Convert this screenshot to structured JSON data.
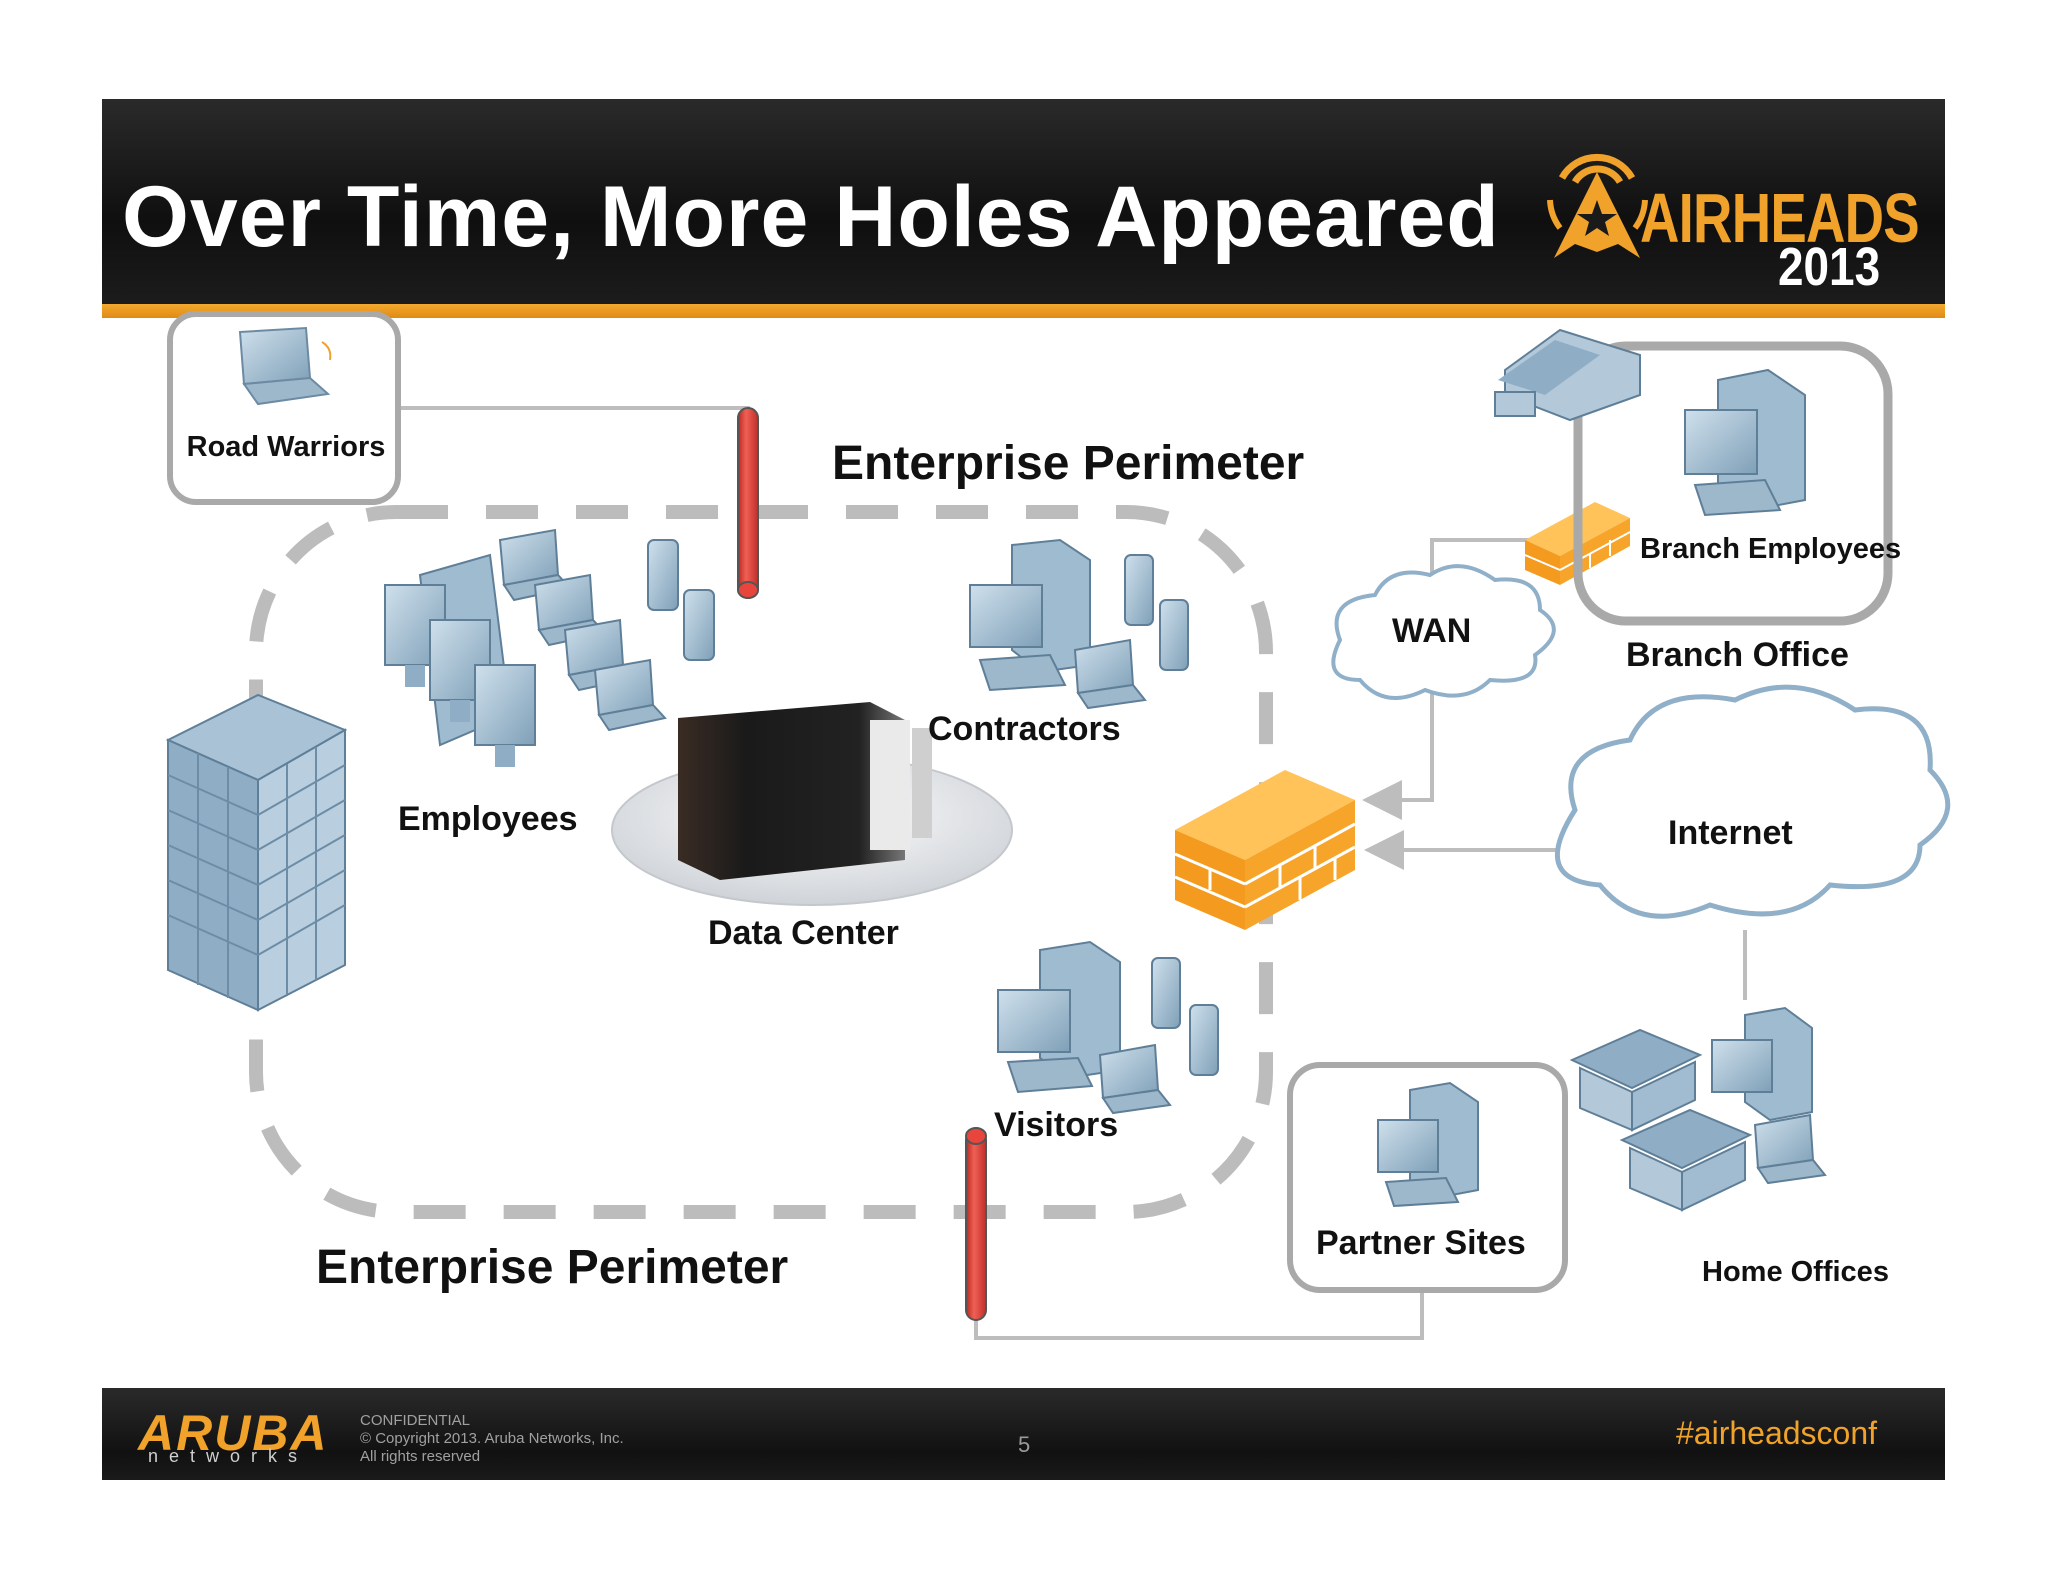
{
  "slide": {
    "title": "Over Time, More Holes Appeared",
    "brand": {
      "word": "AIRHEADS",
      "year": "2013"
    }
  },
  "diagram": {
    "road_warriors": "Road Warriors",
    "perimeter_top": "Enterprise Perimeter",
    "perimeter_bottom": "Enterprise Perimeter",
    "employees": "Employees",
    "contractors": "Contractors",
    "data_center": "Data Center",
    "visitors": "Visitors",
    "wan": "WAN",
    "branch_employees": "Branch Employees",
    "branch_office": "Branch Office",
    "internet": "Internet",
    "partner_sites": "Partner Sites",
    "home_offices": "Home Offices"
  },
  "footer": {
    "logo_text": "ARUBA",
    "logo_sub": "networks",
    "confidential": "CONFIDENTIAL",
    "copyright": "© Copyright 2013. Aruba Networks, Inc.",
    "rights": "All rights reserved",
    "page_number": "5",
    "hashtag": "#airheadsconf"
  },
  "colors": {
    "accent": "#f0a22b",
    "firewall": "#f7a52a",
    "tunnel": "#e8463c",
    "line": "#bdbdbd",
    "device": "#8fb0c8"
  },
  "icons": [
    "laptop-icon",
    "server-icon",
    "monitor-icon",
    "phone-icon",
    "building-icon",
    "firewall-icon",
    "cloud-icon",
    "house-icon",
    "data-center-icon",
    "antenna-icon",
    "chevron-right-icon"
  ]
}
